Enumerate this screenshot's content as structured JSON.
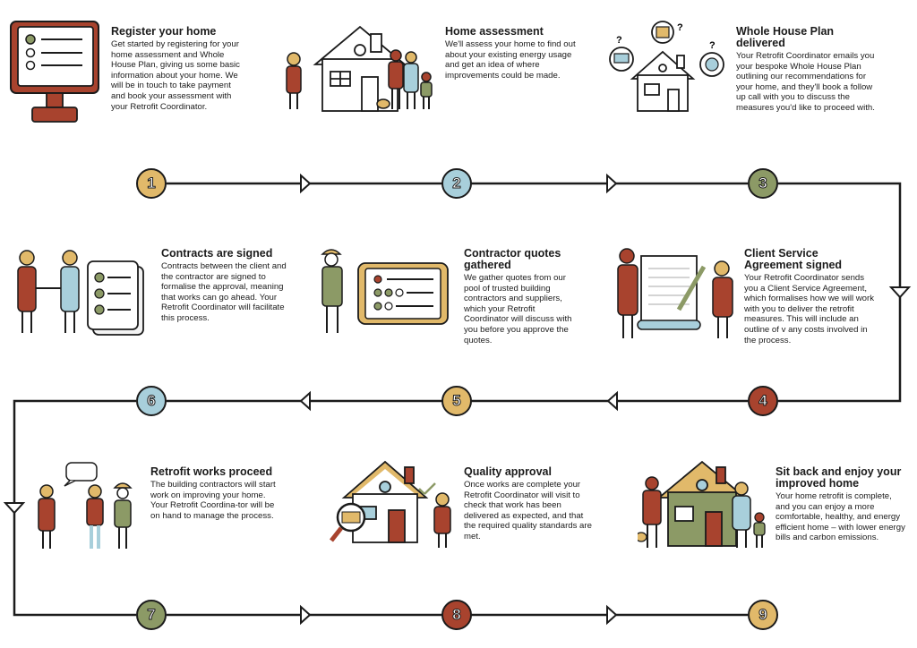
{
  "colors": {
    "mustard": "#E1B96A",
    "blue": "#A8CFDB",
    "green": "#8C9A66",
    "rust": "#A8432E",
    "red": "#A8432E",
    "line": "#1b1b1b"
  },
  "steps": [
    {
      "number": "1",
      "title": "Register your home",
      "text": "Get started by registering for your home assessment and Whole House Plan, giving us some basic information about your home. We will be in touch to take payment and book your assessment with your Retrofit Coordinator."
    },
    {
      "number": "2",
      "title": "Home assessment",
      "text": "We'll assess your home to find out about your existing energy usage and get an idea of where improvements could be made."
    },
    {
      "number": "3",
      "title": "Whole House Plan delivered",
      "text": "Your Retrofit Coordinator emails you your bespoke Whole House Plan outlining our recommendations for your home, and they'll book a follow up call with you to discuss the measures you'd like to proceed with."
    },
    {
      "number": "4",
      "title": "Client Service Agreement signed",
      "text": "Your Retrofit Coordinator sends you a Client Service Agreement, which formalises how we will work with you to deliver the retrofit measures. This will include an outline of v any costs involved in the process."
    },
    {
      "number": "5",
      "title": "Contractor quotes gathered",
      "text": "We gather quotes from our pool of trusted building contractors and suppliers, which your Retrofit Coordinator will discuss with you before you approve the quotes."
    },
    {
      "number": "6",
      "title": "Contracts are signed",
      "text": "Contracts between the client and the contractor are signed to formalise the approval, meaning that works can go ahead. Your Retrofit Coordinator will facilitate this process."
    },
    {
      "number": "7",
      "title": "Retrofit works proceed",
      "text": "The building contractors will start work on improving your home. Your Retrofit Coordina-tor will be on hand to manage the process."
    },
    {
      "number": "8",
      "title": "Quality approval",
      "text": "Once works are complete your Retrofit Coordinator will visit to check that work has been delivered as expected, and that the required quality standards are met."
    },
    {
      "number": "9",
      "title": "Sit back and enjoy your improved home",
      "text": "Your home retrofit is complete, and you can enjoy a more comfortable, healthy, and energy efficient home – with lower energy bills and carbon emissions."
    }
  ],
  "question_mark": "?"
}
